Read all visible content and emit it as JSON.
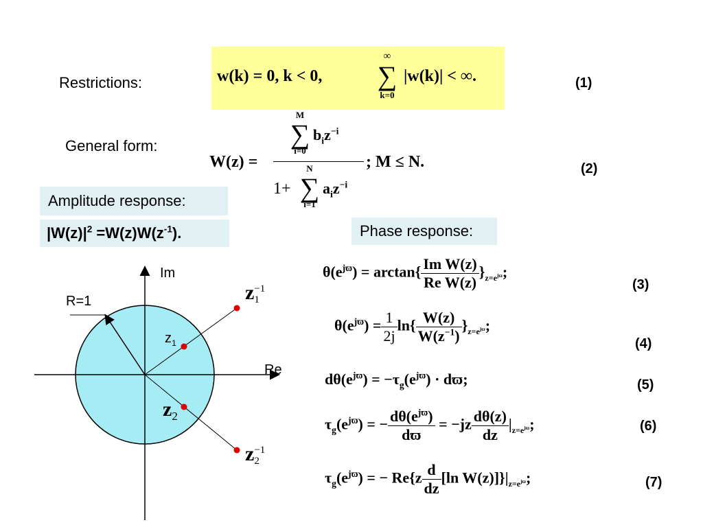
{
  "labels": {
    "restrictions": "Restrictions:",
    "general_form": "General form:",
    "amplitude_response": "Amplitude response:",
    "amplitude_formula_main": "|W(z)|",
    "amplitude_formula_exp": "2",
    "amplitude_formula_rest": " =W(z)W(z",
    "amplitude_formula_exp2": "-1",
    "amplitude_formula_end": ").",
    "phase_response": "Phase response:"
  },
  "equation_numbers": [
    "(1)",
    "(2)",
    "(3)",
    "(4)",
    "(5)",
    "(6)",
    "(7)"
  ],
  "diagram": {
    "im_label": "Im",
    "re_label": "Re",
    "radius_label": "R=1",
    "z1_label": "z",
    "z1_sub": "1",
    "z1_big": "z",
    "z1_big_sup": "−1",
    "z1_big_sub": "1",
    "z2_big": "z",
    "z2_big_sub": "2",
    "z2inv_big": "z",
    "z2inv_big_sup": "−1",
    "z2inv_big_sub": "2",
    "circle_fill": "#a6ecf4",
    "point_color": "#e00000"
  },
  "equations": {
    "eq1": {
      "a": "w(k) = 0,  k < 0,",
      "sum_top": "∞",
      "sum_bottom": "k=0",
      "b": "|w(k)| < ∞."
    },
    "eq2": {
      "lhs": "W(z) =",
      "num_top": "M",
      "num_bottom": "i=0",
      "num_expr": "b",
      "num_sub": "i",
      "num_z": "z",
      "num_sup": "−i",
      "den_prefix": "1+",
      "den_top": "N",
      "den_bottom": "i=1",
      "den_expr": "a",
      "den_sub": "i",
      "den_z": "z",
      "den_sup": "−i",
      "rhs": ";  M ≤ N."
    },
    "eq3": {
      "lhs": "θ(e",
      "jw": "jϖ",
      "mid": ") = arctan{",
      "num": "Im W(z)",
      "den": "Re W(z)",
      "close": "}",
      "sub": "z=e",
      "subsup": "jϖ",
      "end": ";"
    },
    "eq4": {
      "lhs": "θ(e",
      "jw": "jϖ",
      "mid": ") =",
      "fnum": "1",
      "fden": "2j",
      "ln": "ln{",
      "num": "W(z)",
      "den": "W(z",
      "densup": "−1",
      "denend": ")",
      "close": "}",
      "sub": "z=e",
      "subsup": "jϖ",
      "end": ";"
    },
    "eq5": {
      "text1": "dθ(e",
      "jw": "jϖ",
      "text2": ") = −τ",
      "sub": "g",
      "text3": "(e",
      "jw2": "jϖ",
      "text4": ") · dϖ;"
    },
    "eq6": {
      "tau": "τ",
      "sub": "g",
      "a": "(e",
      "jw": "jϖ",
      "b": ") = −",
      "num": "dθ(e",
      "numsup": "jϖ",
      "numend": ")",
      "den": "dϖ",
      "c": "= −jz",
      "num2": "dθ(z)",
      "den2": "dz",
      "d": "|",
      "esub": "z=e",
      "esubsup": "jϖ",
      "end": ";"
    },
    "eq7": {
      "tau": "τ",
      "sub": "g",
      "a": "(e",
      "jw": "jϖ",
      "b": ") = − Re{z",
      "num": "d",
      "den": "dz",
      "c": "[ln W(z)]}|",
      "esub": "z=e",
      "esubsup": "jϖ",
      "end": ";"
    }
  }
}
